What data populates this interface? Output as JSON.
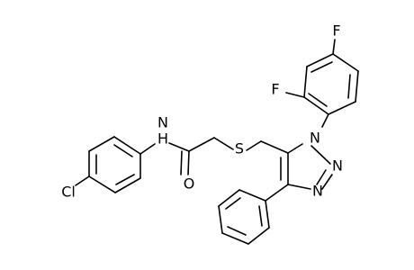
{
  "molecule": {
    "atoms": {
      "f_top": "F",
      "f_ortho": "F",
      "n_amide": "N",
      "h_amide": "H",
      "n1": "N",
      "n2": "N",
      "n3": "N",
      "s": "S",
      "o": "O",
      "cl": "Cl"
    },
    "colors": {
      "bond": "#000000",
      "label": "#000000",
      "background": "#ffffff"
    }
  }
}
